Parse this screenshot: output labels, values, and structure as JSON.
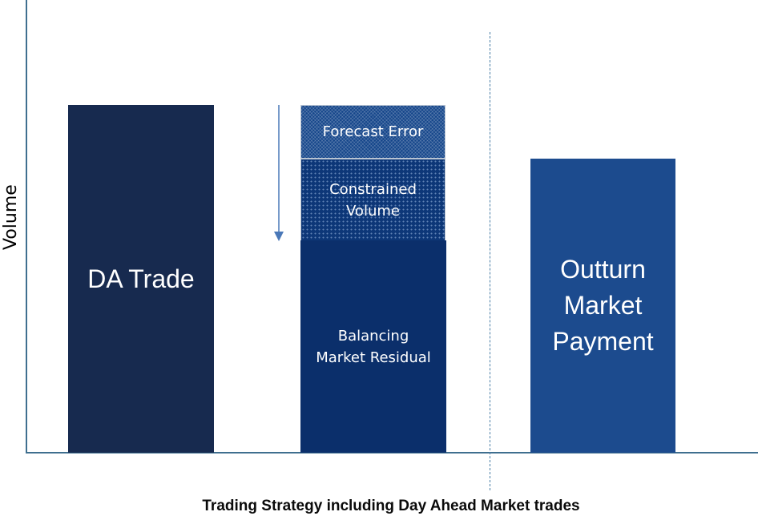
{
  "y_axis_label": "Volume",
  "x_axis_label": "Trading Strategy including Day Ahead Market trades",
  "bars": {
    "da_trade": "DA Trade",
    "forecast_error": "Forecast Error",
    "constrained_volume": "Constrained\nVolume",
    "balancing_market_residual": "Balancing\nMarket Residual",
    "outturn_market_payment": "Outturn\nMarket\nPayment"
  },
  "colors": {
    "da_trade": "#172a4f",
    "balancing": "#0b2f6b",
    "outturn": "#1c4b8e",
    "axis": "#3f6f8f",
    "arrow": "#4a78b8"
  }
}
